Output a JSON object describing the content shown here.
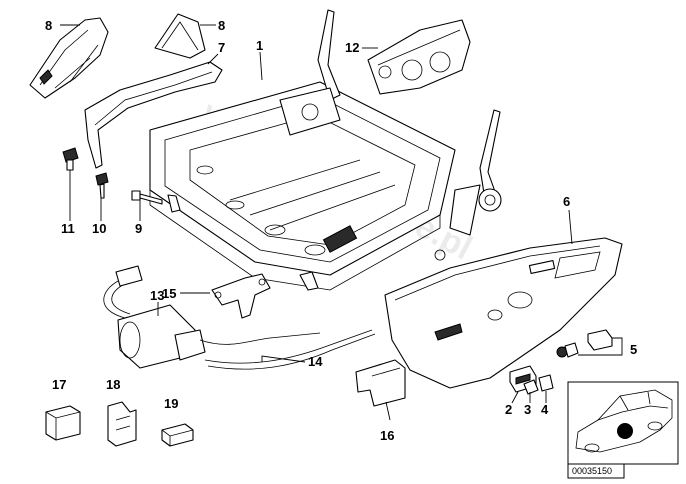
{
  "callouts": [
    "1",
    "2",
    "3",
    "4",
    "5",
    "6",
    "7",
    "8",
    "8",
    "9",
    "10",
    "11",
    "12",
    "13",
    "14",
    "15",
    "16",
    "17",
    "18",
    "19"
  ],
  "watermark": "www.bmw-store.pl",
  "reference_number": "00035150"
}
